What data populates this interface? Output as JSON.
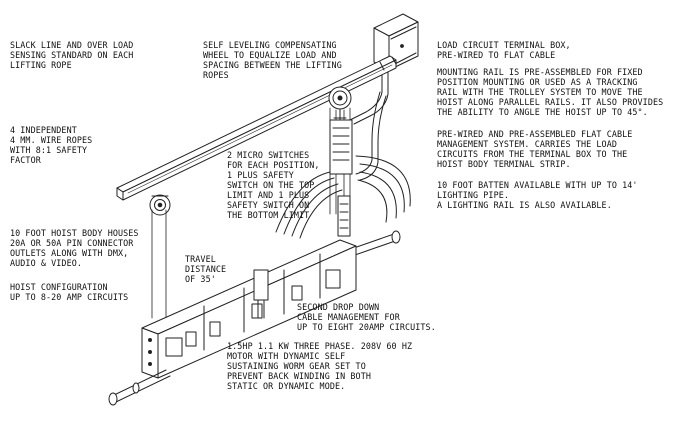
{
  "labels": {
    "slack_line": {
      "lines": [
        "SLACK LINE AND OVER LOAD",
        "SENSING STANDARD ON EACH",
        "LIFTING ROPE"
      ]
    },
    "self_leveling": {
      "lines": [
        "SELF LEVELING COMPENSATING",
        "WHEEL TO EQUALIZE LOAD AND",
        "SPACING BETWEEN THE LIFTING",
        "ROPES"
      ]
    },
    "terminal_box": {
      "lines": [
        "LOAD CIRCUIT TERMINAL BOX,",
        "PRE-WIRED TO FLAT CABLE"
      ]
    },
    "mounting_rail": {
      "lines": [
        "MOUNTING RAIL IS PRE-ASSEMBLED FOR FIXED",
        "POSITION MOUNTING OR USED AS A TRACKING",
        "RAIL WITH THE TROLLEY SYSTEM TO MOVE THE",
        "HOIST ALONG PARALLEL RAILS. IT ALSO PROVIDES",
        "THE ABILITY TO ANGLE THE HOIST UP TO 45°."
      ]
    },
    "flat_cable": {
      "lines": [
        "PRE-WIRED AND PRE-ASSEMBLED FLAT CABLE",
        "MANAGEMENT SYSTEM. CARRIES THE LOAD",
        "CIRCUITS FROM THE TERMINAL BOX TO THE",
        "HOIST BODY TERMINAL STRIP."
      ]
    },
    "batten": {
      "lines": [
        "10 FOOT BATTEN AVAILABLE WITH UP TO 14'",
        "LIGHTING PIPE.",
        "A LIGHTING RAIL IS ALSO AVAILABLE."
      ]
    },
    "wire_ropes": {
      "lines": [
        "4 INDEPENDENT",
        "4 mm. WIRE ROPES",
        "WITH 8:1 SAFETY",
        "FACTOR"
      ]
    },
    "micro_switches": {
      "lines": [
        "2 MICRO SWITCHES",
        "FOR EACH POSITION,",
        "1 PLUS SAFETY",
        "SWITCH ON THE TOP",
        "LIMIT AND 1 PLUS",
        "SAFETY SWITCH ON",
        "THE BOTTOM LIMIT"
      ]
    },
    "hoist_body": {
      "lines": [
        "10 FOOT HOIST BODY HOUSES",
        "20A OR 50A PIN CONNECTOR",
        "OUTLETS ALONG WITH DMX,",
        "AUDIO & VIDEO."
      ]
    },
    "hoist_config": {
      "lines": [
        "HOIST CONFIGURATION",
        "UP TO 8-20 AMP CIRCUITS"
      ]
    },
    "travel": {
      "lines": [
        "TRAVEL",
        "DISTANCE",
        "OF 35'"
      ]
    },
    "second_drop": {
      "lines": [
        "SECOND DROP DOWN",
        "CABLE MANAGEMENT FOR",
        "UP TO EIGHT 20AMP CIRCUITS."
      ]
    },
    "motor": {
      "lines": [
        "1.5HP 1.1 kW THREE PHASE. 208V 60 Hz",
        "MOTOR WITH DYNAMIC SELF",
        "SUSTAINING WORM GEAR SET TO",
        "PREVENT BACK WINDING IN BOTH",
        "STATIC OR DYNAMIC MODE."
      ]
    }
  }
}
